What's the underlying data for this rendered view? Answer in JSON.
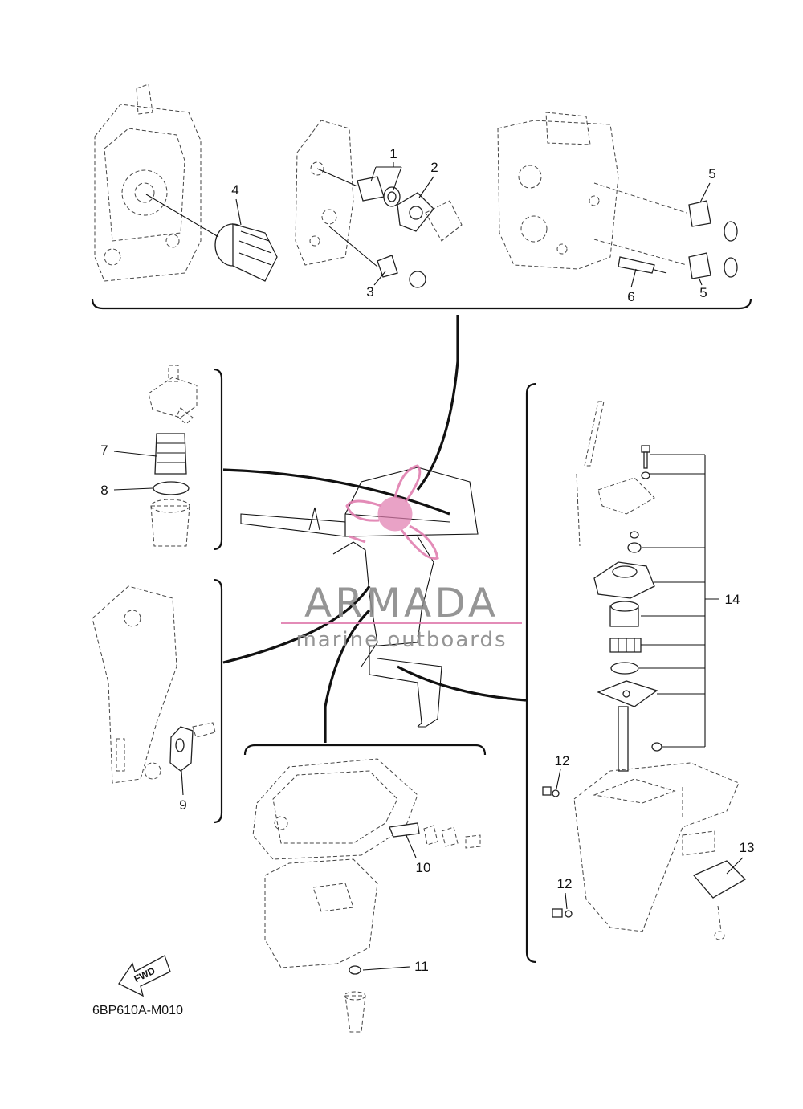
{
  "diagram": {
    "code": "6BP610A-M010",
    "watermark": {
      "brand": "ARMADA",
      "tagline": "marine outboards",
      "accent_color": "#e07fb0",
      "text_color": "#8a8a8a"
    },
    "direction_arrow": {
      "label": "FWD"
    },
    "callouts": [
      "1",
      "2",
      "3",
      "4",
      "5",
      "5",
      "6",
      "7",
      "8",
      "9",
      "10",
      "11",
      "12",
      "12",
      "13",
      "14"
    ]
  }
}
